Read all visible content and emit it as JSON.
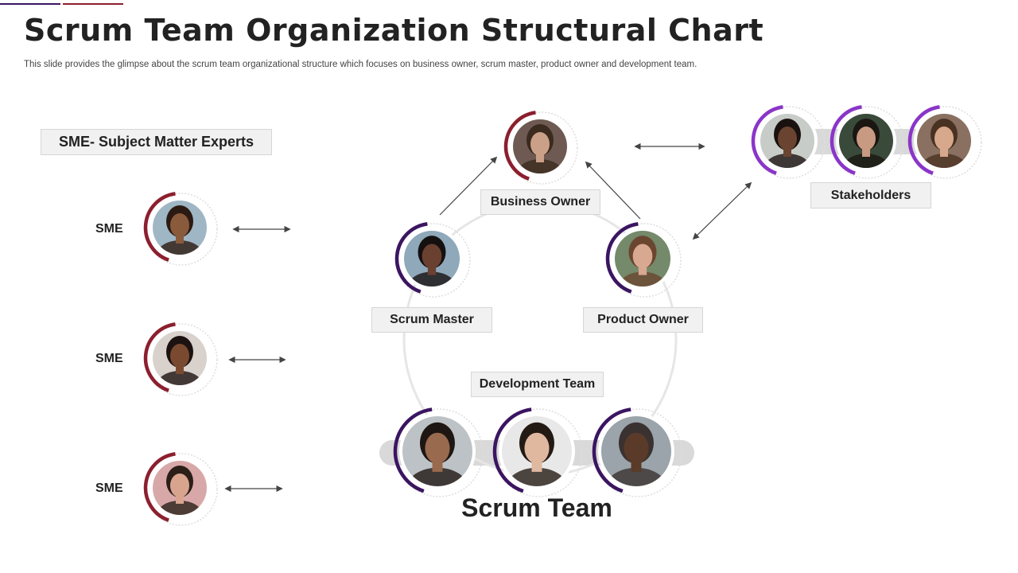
{
  "slide": {
    "title": "Scrum Team Organization Structural Chart",
    "subtitle": "This slide provides the glimpse about the scrum team organizational structure which focuses on business owner, scrum master, product owner and development team."
  },
  "sme": {
    "header": "SME- Subject Matter Experts",
    "rows": [
      {
        "label": "SME",
        "photo": "person-photo-icon"
      },
      {
        "label": "SME",
        "photo": "person-photo-icon"
      },
      {
        "label": "SME",
        "photo": "person-photo-icon"
      }
    ]
  },
  "roles": {
    "business_owner": "Business Owner",
    "scrum_master": "Scrum Master",
    "product_owner": "Product Owner",
    "development_team": "Development Team",
    "stakeholders": "Stakeholders",
    "scrum_team": "Scrum Team"
  },
  "colors": {
    "maroon": "#8c1f2e",
    "purple": "#3b1561",
    "violet": "#8a35c8",
    "text": "#222222",
    "box_bg": "#f1f1f1",
    "pill": "#d9d9d9"
  }
}
